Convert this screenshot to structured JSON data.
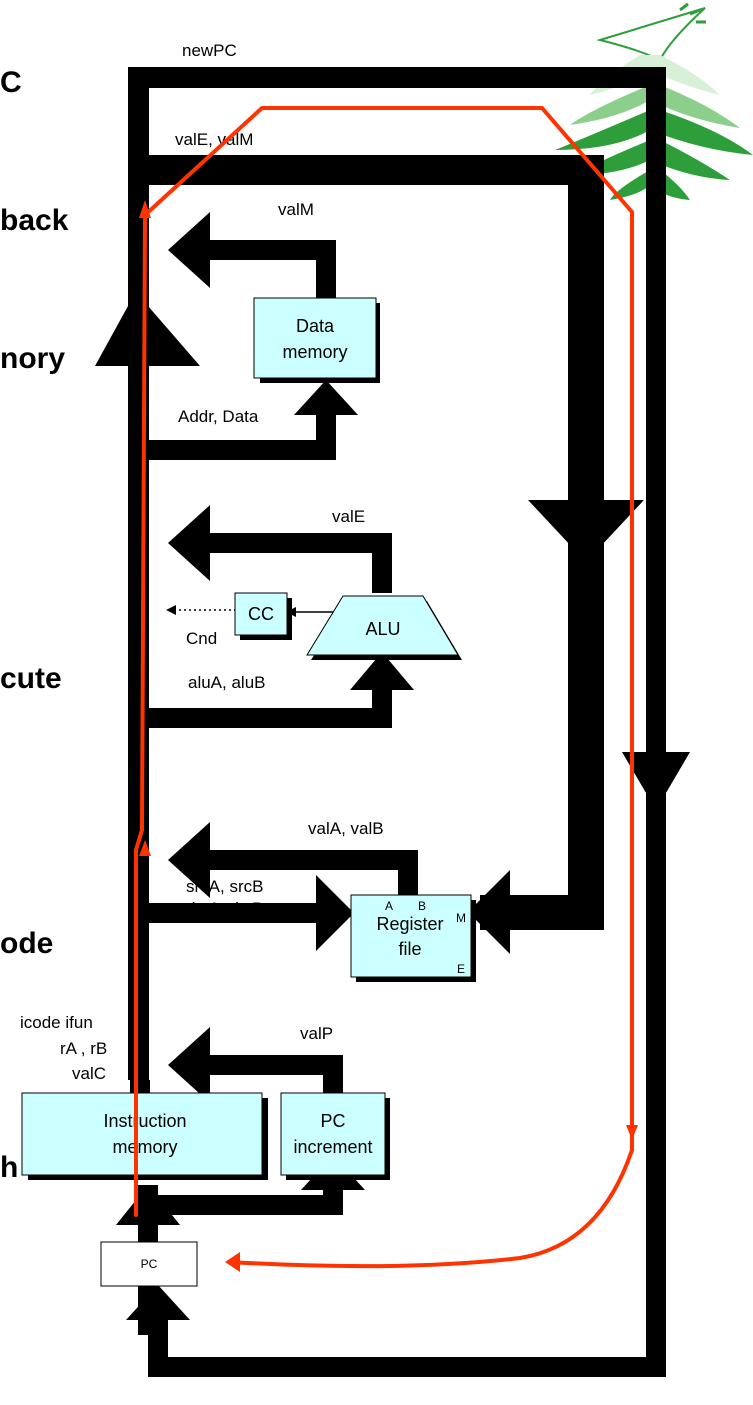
{
  "stages": {
    "pc": "C",
    "writeback": "back",
    "memory": "nory",
    "execute": "cute",
    "decode": "ode",
    "fetch": "h"
  },
  "signals": {
    "newPC": "newPC",
    "valE_valM": "valE, valM",
    "valM": "valM",
    "addr_data": "Addr, Data",
    "valE": "valE",
    "cnd": "Cnd",
    "aluA_aluB": "aluA, aluB",
    "valA_valB": "valA, valB",
    "srcA_srcB": "srcA, srcB",
    "dstA_dstB": "dstA, dstB",
    "icode_ifun": "icode ifun",
    "rA_rB": "rA , rB",
    "valC": "valC",
    "valP": "valP"
  },
  "blocks": {
    "data_memory": [
      "Data",
      "memory"
    ],
    "cc": "CC",
    "alu": "ALU",
    "register_file": [
      "Register",
      "file"
    ],
    "register_ports": {
      "a": "A",
      "b": "B",
      "m": "M",
      "e": "E"
    },
    "instruction_memory": [
      "Instruction",
      "memory"
    ],
    "pc_increment": [
      "PC",
      "increment"
    ],
    "pc": "PC"
  },
  "colors": {
    "box_fill": "#ccffff",
    "wire": "#000000",
    "trace": "#ff3300",
    "logo_green": "#2e9e3a"
  }
}
